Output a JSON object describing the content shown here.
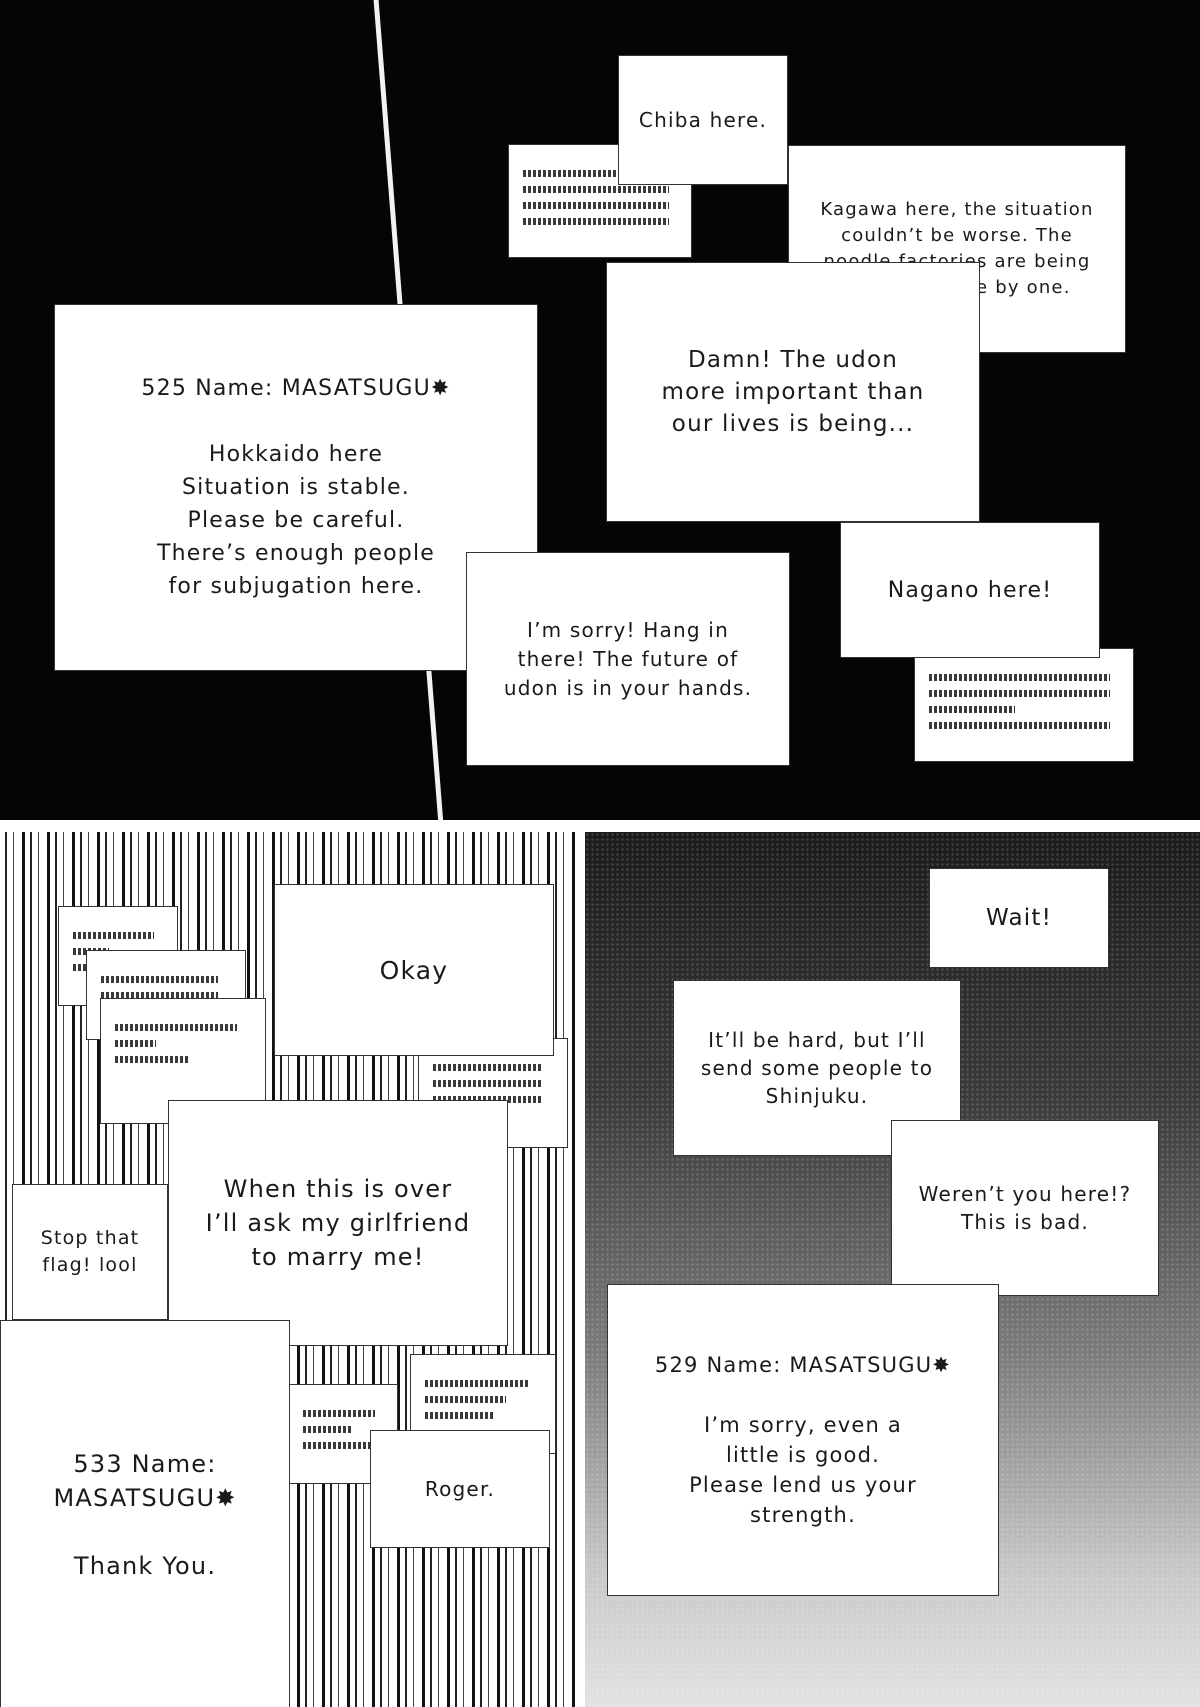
{
  "panel_top": {
    "chiba": "Chiba here.",
    "kagawa": "Kagawa here, the situation\ncouldn’t be worse. The\nnoodle factories are being\ndestroyed one by one.",
    "udon": "Damn! The udon\nmore important than\nour lives is being...",
    "post_525": "525 Name: MASATSUGU✸\n\nHokkaido here\nSituation is stable.\nPlease be careful.\nThere’s enough people\nfor subjugation here.",
    "sorry": "I’m sorry! Hang in\nthere! The future of\nudon is in your hands.",
    "nagano": "Nagano here!"
  },
  "panel_bottom_left": {
    "okay": "Okay",
    "girlfriend": "When this is over\nI’ll ask my girlfriend\nto marry me!",
    "flag": "Stop that\nflag! lool",
    "post_533": "533 Name:\nMASATSUGU✸\n\nThank You.",
    "roger": "Roger."
  },
  "panel_bottom_right": {
    "wait": "Wait!",
    "shinjuku": "It’ll be hard, but I’ll\nsend some people to\nShinjuku.",
    "bad": "Weren’t you here!?\nThis is bad.",
    "post_529": "529 Name: MASATSUGU✸\n\nI’m sorry, even a\nlittle is good.\nPlease lend us your\nstrength."
  }
}
